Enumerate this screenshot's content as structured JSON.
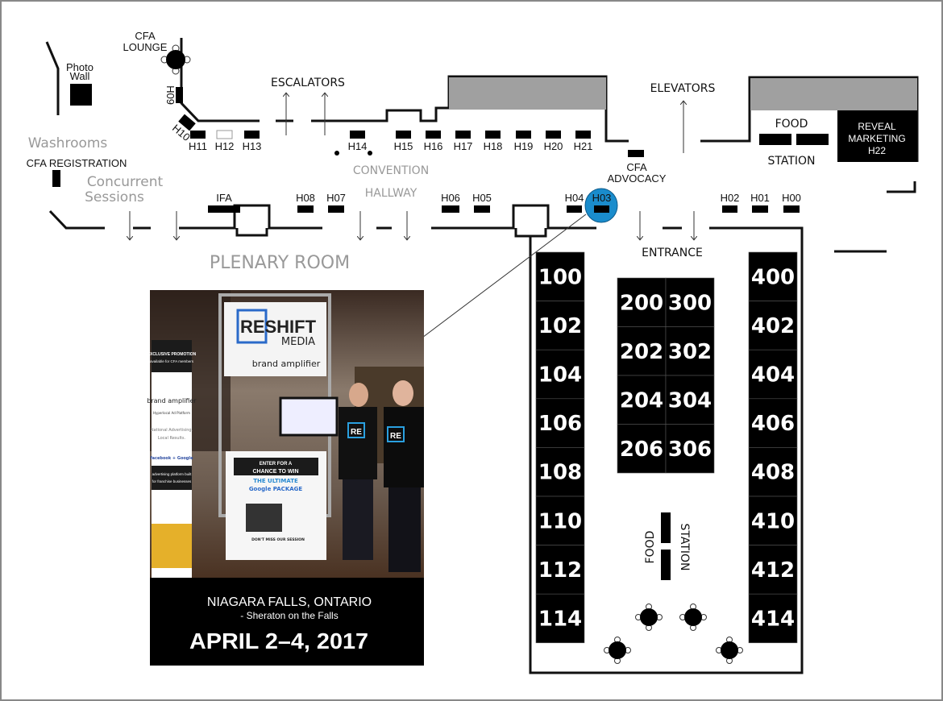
{
  "map": {
    "rooms": {
      "photo_wall": [
        "Photo",
        "Wall"
      ],
      "cfa_lounge": [
        "CFA",
        "LOUNGE"
      ],
      "escalators": "ESCALATORS",
      "elevators": "ELEVATORS",
      "washrooms": "Washrooms",
      "cfa_registration": "CFA REGISTRATION",
      "concurrent_sessions": [
        "Concurrent",
        "Sessions"
      ],
      "convention_hallway": [
        "CONVENTION",
        "HALLWAY"
      ],
      "plenary_room": "PLENARY ROOM",
      "entrance": "ENTRANCE",
      "cfa_advocacy": [
        "CFA",
        "ADVOCACY"
      ],
      "food_station_top": [
        "FOOD",
        "STATION"
      ],
      "reveal_marketing": [
        "REVEAL",
        "MARKETING",
        "H22"
      ],
      "food_station_hall": [
        "FOOD",
        "STATION"
      ]
    },
    "hallway_booths_top": [
      "H11",
      "H12",
      "H13",
      "H14",
      "H15",
      "H16",
      "H17",
      "H18",
      "H19",
      "H20",
      "H21"
    ],
    "hallway_booths_side": [
      "H09",
      "H10"
    ],
    "hallway_booths_bottom": [
      "IFA",
      "H08",
      "H07",
      "H06",
      "H05",
      "H04",
      "H03",
      "H02",
      "H01",
      "H00"
    ],
    "highlighted_booth": "H03",
    "highlight_color": "#1a8ccc",
    "hall_booths": {
      "left": [
        "100",
        "102",
        "104",
        "106",
        "108",
        "110",
        "112",
        "114"
      ],
      "center_left": [
        "200",
        "202",
        "204",
        "206"
      ],
      "center_right": [
        "300",
        "302",
        "304",
        "306"
      ],
      "right": [
        "400",
        "402",
        "404",
        "406",
        "408",
        "410",
        "412",
        "414"
      ]
    }
  },
  "photo": {
    "sign_brand": "RESHIFT",
    "sign_media": "MEDIA",
    "sign_tagline": "brand amplifier",
    "banner_promo": "EXCLUSIVE PROMOTION",
    "banner_promo_sub": "available for CFA members",
    "banner_brand": "brand amplifier",
    "banner_sub": "Hyperlocal Ad Platform",
    "banner_line1": "National Advertising.",
    "banner_line2": "Local Results.",
    "banner_partners": "facebook + Google",
    "banner_footer1": "advertising platform built",
    "banner_footer2": "for franchise businesses",
    "counter_enter": "ENTER FOR A",
    "counter_chance": "CHANCE TO WIN",
    "counter_ultimate": "THE ULTIMATE",
    "counter_package": "Google PACKAGE",
    "counter_session": "DON'T MISS OUR SESSION",
    "shirt": "RE"
  },
  "caption": {
    "location": "NIAGARA FALLS, ONTARIO",
    "venue": "- Sheraton on the Falls",
    "dates": "APRIL 2–4, 2017"
  }
}
